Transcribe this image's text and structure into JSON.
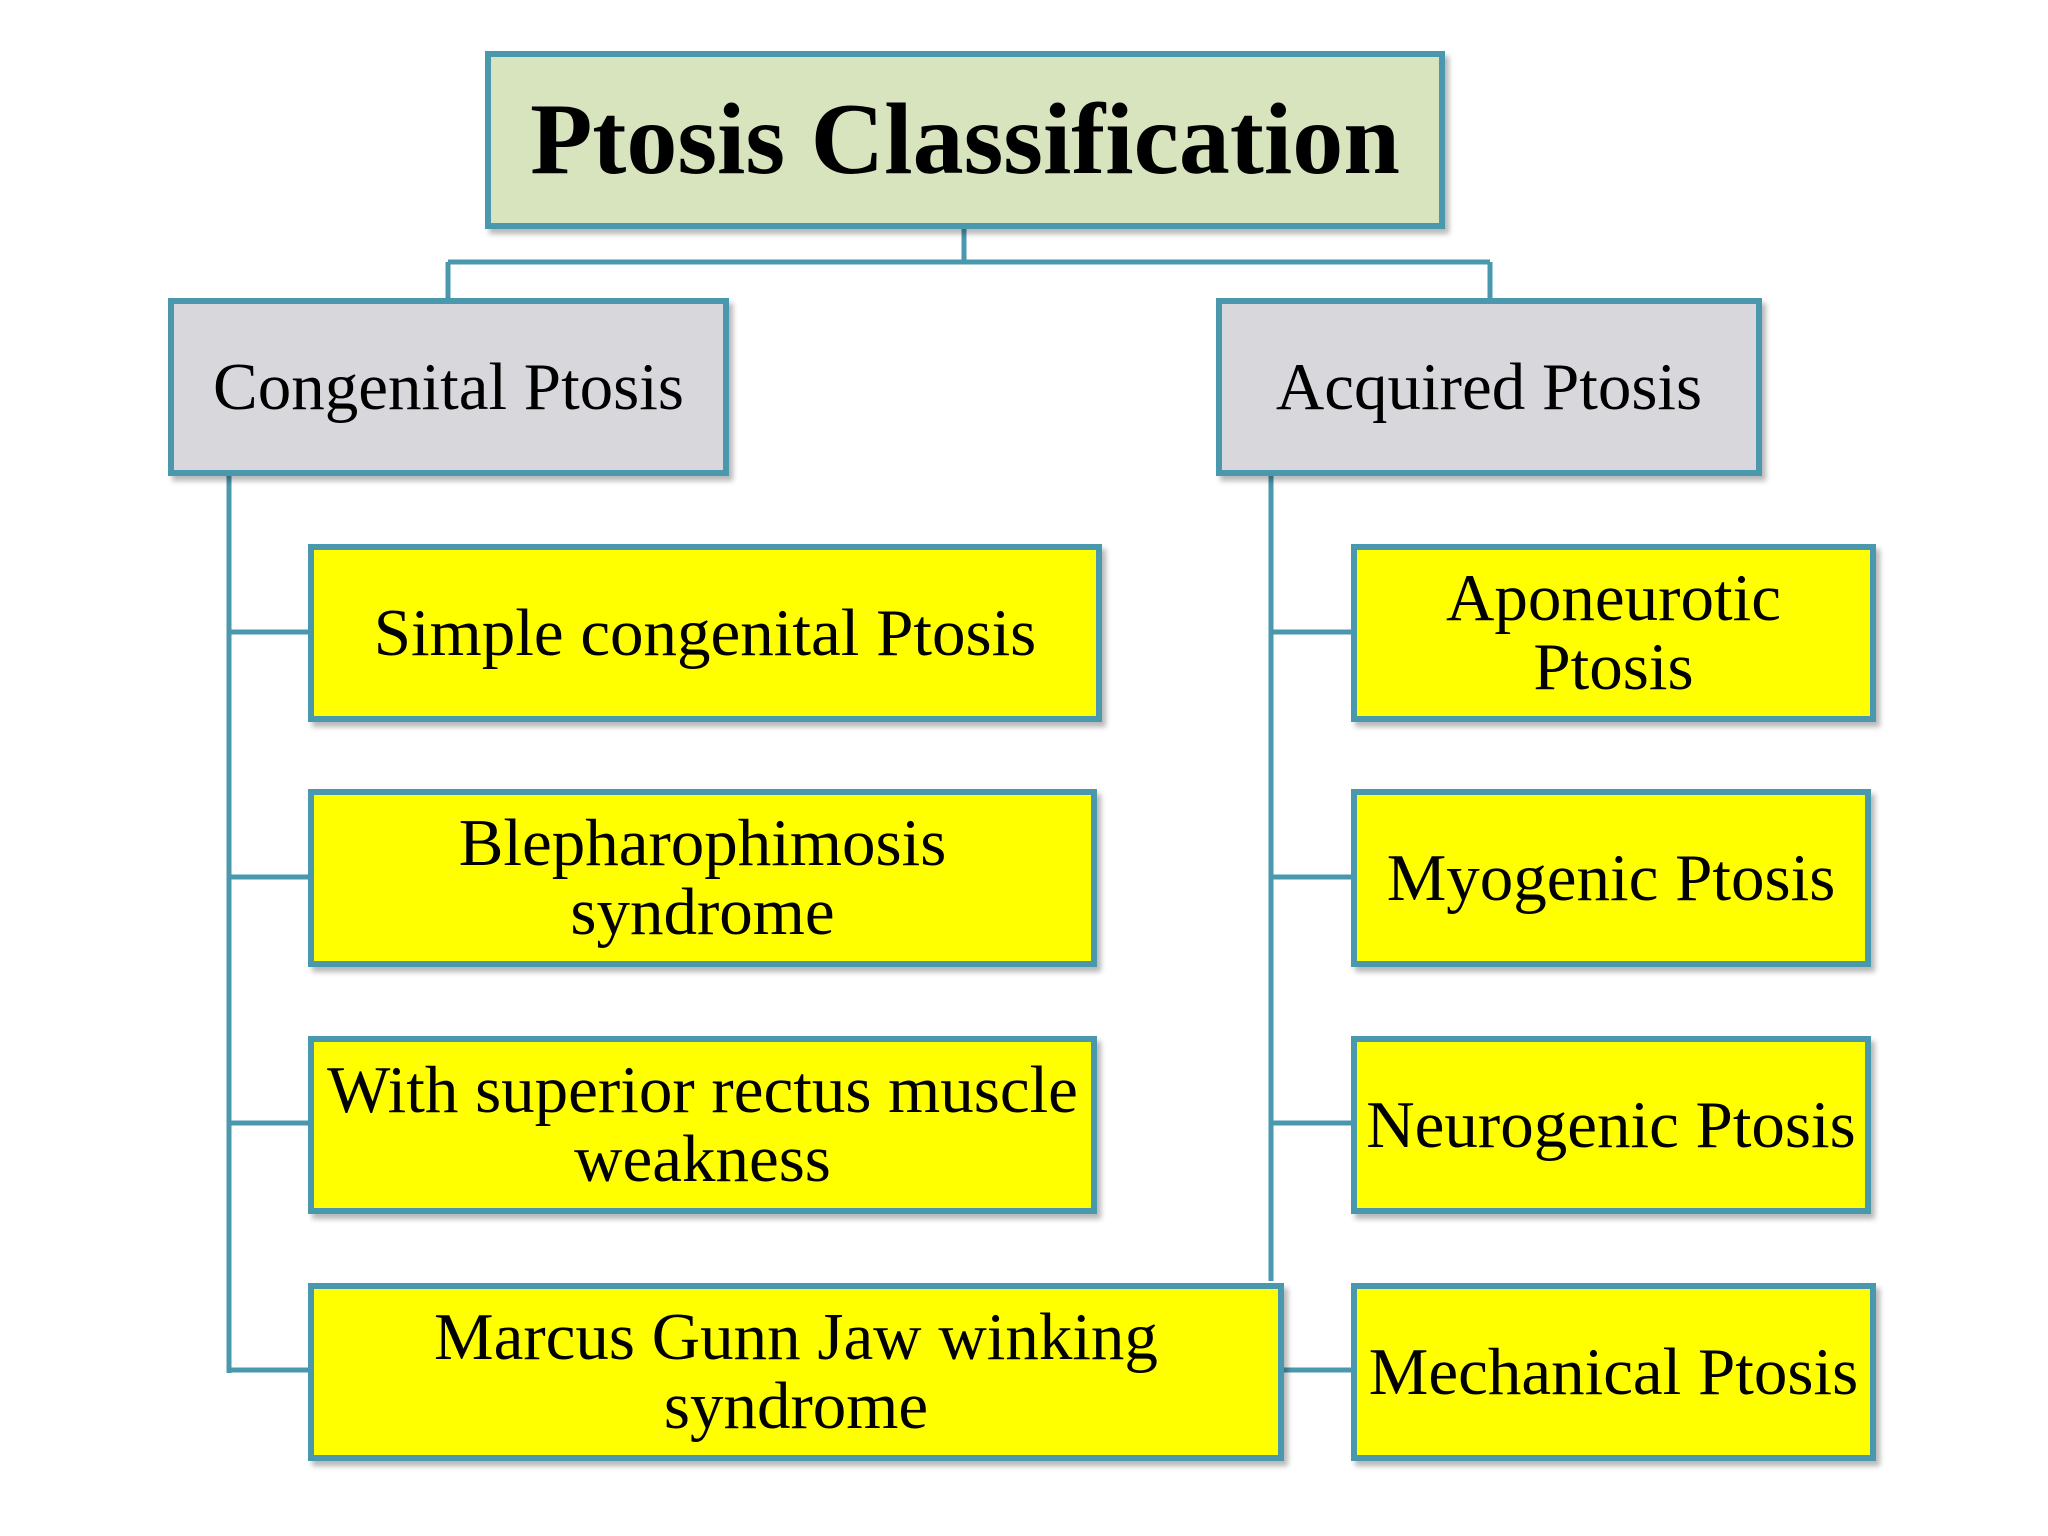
{
  "title": "Ptosis Classification",
  "categories": [
    {
      "label": "Congenital Ptosis",
      "items": [
        "Simple congenital Ptosis",
        "Blepharophimosis syndrome",
        "With superior rectus muscle weakness",
        "Marcus Gunn Jaw winking syndrome"
      ]
    },
    {
      "label": "Acquired Ptosis",
      "items": [
        "Aponeurotic Ptosis",
        "Myogenic Ptosis",
        "Neurogenic Ptosis",
        "Mechanical Ptosis"
      ]
    }
  ],
  "colors": {
    "border": "#4a98ae",
    "title_fill": "#d7e4be",
    "category_fill": "#d8d8dc",
    "item_fill": "#ffff00"
  }
}
